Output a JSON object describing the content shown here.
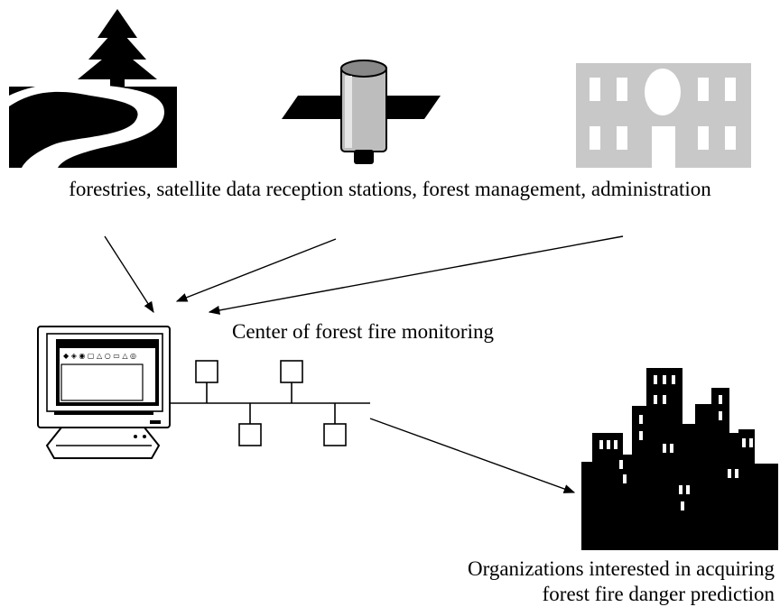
{
  "diagram": {
    "sources_caption": "forestries, satellite data reception stations, forest management, administration",
    "center_label": "Center of forest fire monitoring",
    "organizations_label_line1": "Organizations interested in acquiring",
    "organizations_label_line2": "forest fire danger prediction",
    "icons": [
      "forest-river-icon",
      "satellite-icon",
      "administration-building-icon",
      "computer-icon",
      "network-icon",
      "city-buildings-icon"
    ],
    "colors": {
      "ink": "#000000",
      "building_gray": "#c8c8c8",
      "satellite_body": "#bdbdbd"
    }
  }
}
